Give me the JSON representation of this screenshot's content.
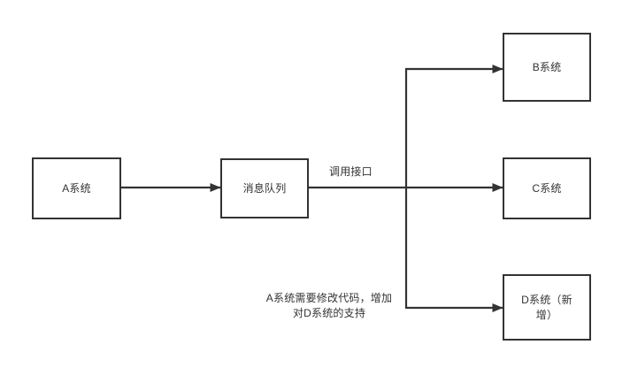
{
  "diagram": {
    "type": "flowchart",
    "background_color": "#ffffff",
    "stroke_color": "#333333",
    "text_color": "#333333",
    "nodes": [
      {
        "id": "a-system",
        "label": "A系统",
        "shape": "rectangle"
      },
      {
        "id": "message-queue",
        "label": "消息队列",
        "shape": "rectangle"
      },
      {
        "id": "b-system",
        "label": "B系统",
        "shape": "rectangle"
      },
      {
        "id": "c-system",
        "label": "C系统",
        "shape": "rectangle"
      },
      {
        "id": "d-system",
        "label": "D系统（新\n增）",
        "shape": "rectangle"
      }
    ],
    "edges": [
      {
        "id": "a-to-mq",
        "from": "a-system",
        "to": "message-queue",
        "label": "",
        "arrow": "solid-triangle"
      },
      {
        "id": "mq-to-b",
        "from": "message-queue",
        "to": "b-system",
        "label": "",
        "arrow": "solid-triangle"
      },
      {
        "id": "mq-to-c",
        "from": "message-queue",
        "to": "c-system",
        "label": "调用接口",
        "arrow": "solid-triangle"
      },
      {
        "id": "mq-to-d",
        "from": "message-queue",
        "to": "d-system",
        "label": "",
        "arrow": "solid-triangle"
      }
    ],
    "annotations": [
      {
        "id": "call-interface",
        "text": "调用接口"
      },
      {
        "id": "a-modify-note",
        "text": "A系统需要修改代码，增加\n对D系统的支持"
      }
    ]
  }
}
